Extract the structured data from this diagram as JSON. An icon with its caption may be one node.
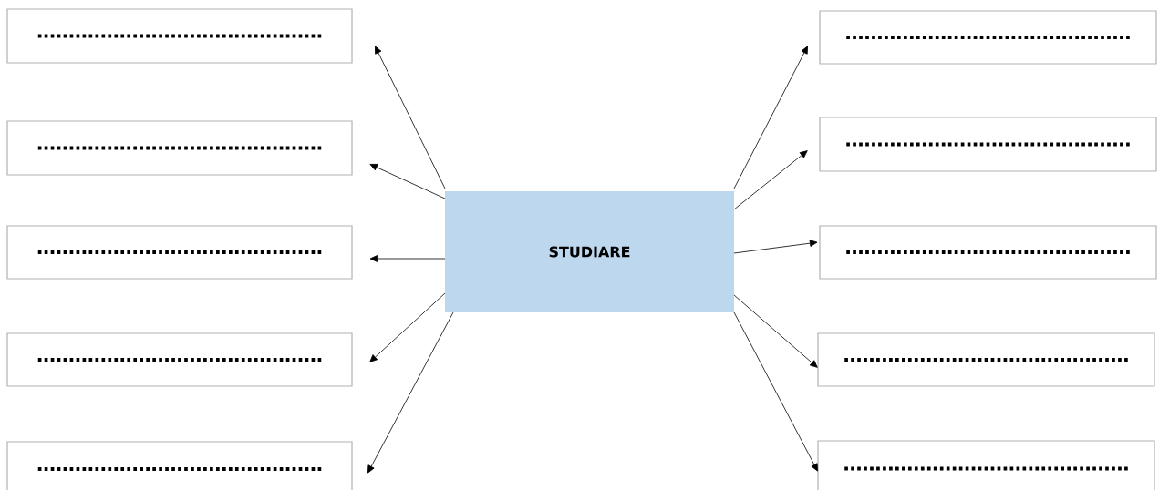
{
  "diagram": {
    "nodes": [
      {
        "text": [
          "STUDIARE"
        ]
      },
      {
        "text": [
          "………………………………………"
        ]
      },
      {
        "text": [
          "………………………………………"
        ]
      },
      {
        "text": [
          "………………………………………"
        ]
      },
      {
        "text": [
          "………………………………………"
        ]
      },
      {
        "text": [
          "………………………………………"
        ]
      },
      {
        "text": [
          "………………………………………"
        ]
      },
      {
        "text": [
          "………………………………………"
        ]
      },
      {
        "text": [
          "………………………………………"
        ]
      },
      {
        "text": [
          "………………………………………"
        ]
      },
      {
        "text": [
          "………………………………………"
        ]
      }
    ],
    "edges": [
      {
        "from": 0,
        "to": 1,
        "arrow": "to"
      },
      {
        "from": 0,
        "to": 2,
        "arrow": "to"
      },
      {
        "from": 0,
        "to": 3,
        "arrow": "to"
      },
      {
        "from": 0,
        "to": 4,
        "arrow": "to"
      },
      {
        "from": 0,
        "to": 5,
        "arrow": "to"
      },
      {
        "from": 0,
        "to": 6,
        "arrow": "to"
      },
      {
        "from": 0,
        "to": 7,
        "arrow": "to"
      },
      {
        "from": 0,
        "to": 8,
        "arrow": "to"
      },
      {
        "from": 0,
        "to": 9,
        "arrow": "to"
      },
      {
        "from": 0,
        "to": 10,
        "arrow": "to"
      }
    ]
  }
}
